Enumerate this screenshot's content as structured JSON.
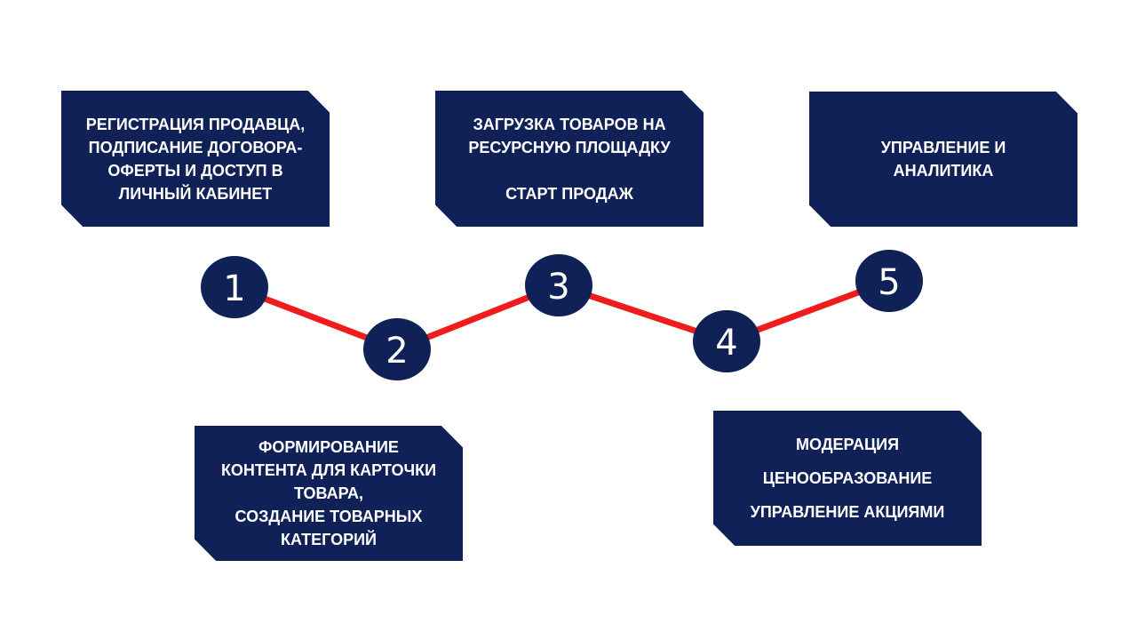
{
  "steps": [
    {
      "number": "1",
      "lines": [
        "РЕГИСТРАЦИЯ ПРОДАВЦА,",
        "ПОДПИСАНИЕ ДОГОВОРА-",
        "ОФЕРТЫ И ДОСТУП В",
        "ЛИЧНЫЙ КАБИНЕТ"
      ]
    },
    {
      "number": "2",
      "lines": [
        "ФОРМИРОВАНИЕ",
        "КОНТЕНТА ДЛЯ КАРТОЧКИ",
        "ТОВАРА,",
        "СОЗДАНИЕ ТОВАРНЫХ",
        "КАТЕГОРИЙ"
      ]
    },
    {
      "number": "3",
      "lines": [
        "ЗАГРУЗКА ТОВАРОВ НА",
        "РЕСУРСНУЮ ПЛОЩАДКУ",
        "",
        "СТАРТ ПРОДАЖ"
      ]
    },
    {
      "number": "4",
      "lines": [
        "МОДЕРАЦИЯ",
        "ЦЕНООБРАЗОВАНИЕ",
        "УПРАВЛЕНИЕ АКЦИЯМИ"
      ]
    },
    {
      "number": "5",
      "lines": [
        "УПРАВЛЕНИЕ И",
        "АНАЛИТИКА"
      ]
    }
  ],
  "colors": {
    "card_bg": "#0f2157",
    "node_fill": "#0f2157",
    "connector": "#ee1c1c",
    "text": "#ffffff"
  }
}
